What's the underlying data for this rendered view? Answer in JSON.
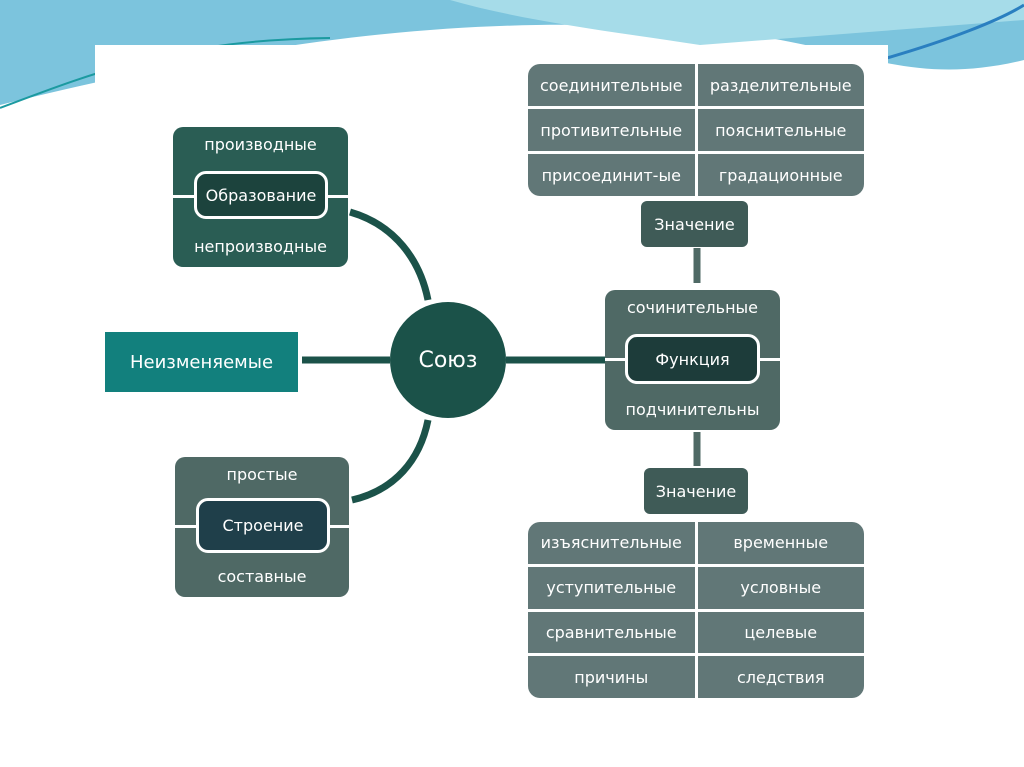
{
  "center": "Союз",
  "unchangeable": "Неизменяемые",
  "formation": {
    "title": "Образование",
    "top": "производные",
    "bottom": "непроизводные"
  },
  "structure": {
    "title": "Строение",
    "top": "простые",
    "bottom": "составные"
  },
  "function": {
    "title": "Функция",
    "top": "сочинительные",
    "bottom": "подчинительны"
  },
  "meaning_top": "Значение",
  "meaning_bottom": "Значение",
  "coord_meanings": [
    "соединительные",
    "разделительные",
    "противительные",
    "пояснительные",
    "присоединит-ые",
    "градационные"
  ],
  "subord_meanings": [
    "изъяснительные",
    "временные",
    "уступительные",
    "условные",
    "сравнительные",
    "целевые",
    "причины",
    "следствия"
  ],
  "colors": {
    "dark": "#2a5d54",
    "circle": "#1b5249",
    "teal": "#12807d",
    "gray": "#4f6965",
    "cell": "#617777"
  }
}
